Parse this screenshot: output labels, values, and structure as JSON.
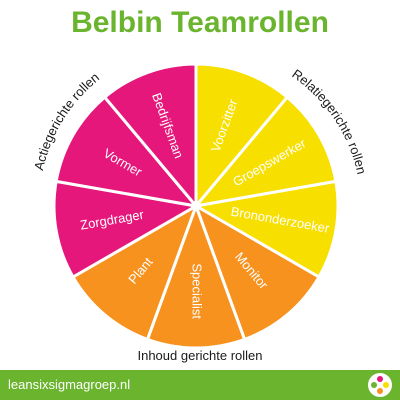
{
  "title": "Belbin Teamrollen",
  "colors": {
    "title": "#6ab42e",
    "footer": "#6ab42e",
    "actie": "#e5177b",
    "relatie": "#f7df00",
    "inhoud": "#f7921e",
    "divider": "#ffffff"
  },
  "group_labels": {
    "actie": "Actiegerichte rollen",
    "relatie": "Relatiegerichte rollen",
    "inhoud": "Inhoud gerichte rollen"
  },
  "roles": [
    {
      "label": "Voorzitter",
      "group": "relatie"
    },
    {
      "label": "Groepswerker",
      "group": "relatie"
    },
    {
      "label": "Brononderzoeker",
      "group": "relatie"
    },
    {
      "label": "Monitor",
      "group": "inhoud"
    },
    {
      "label": "Specialist",
      "group": "inhoud"
    },
    {
      "label": "Plant",
      "group": "inhoud"
    },
    {
      "label": "Zorgdrager",
      "group": "actie"
    },
    {
      "label": "Vormer",
      "group": "actie"
    },
    {
      "label": "Bedrijfsman",
      "group": "actie"
    }
  ],
  "footer": {
    "url": "leansixsigmagroep.nl",
    "logo_icon": "leansixsigmagroep-logo-icon"
  }
}
